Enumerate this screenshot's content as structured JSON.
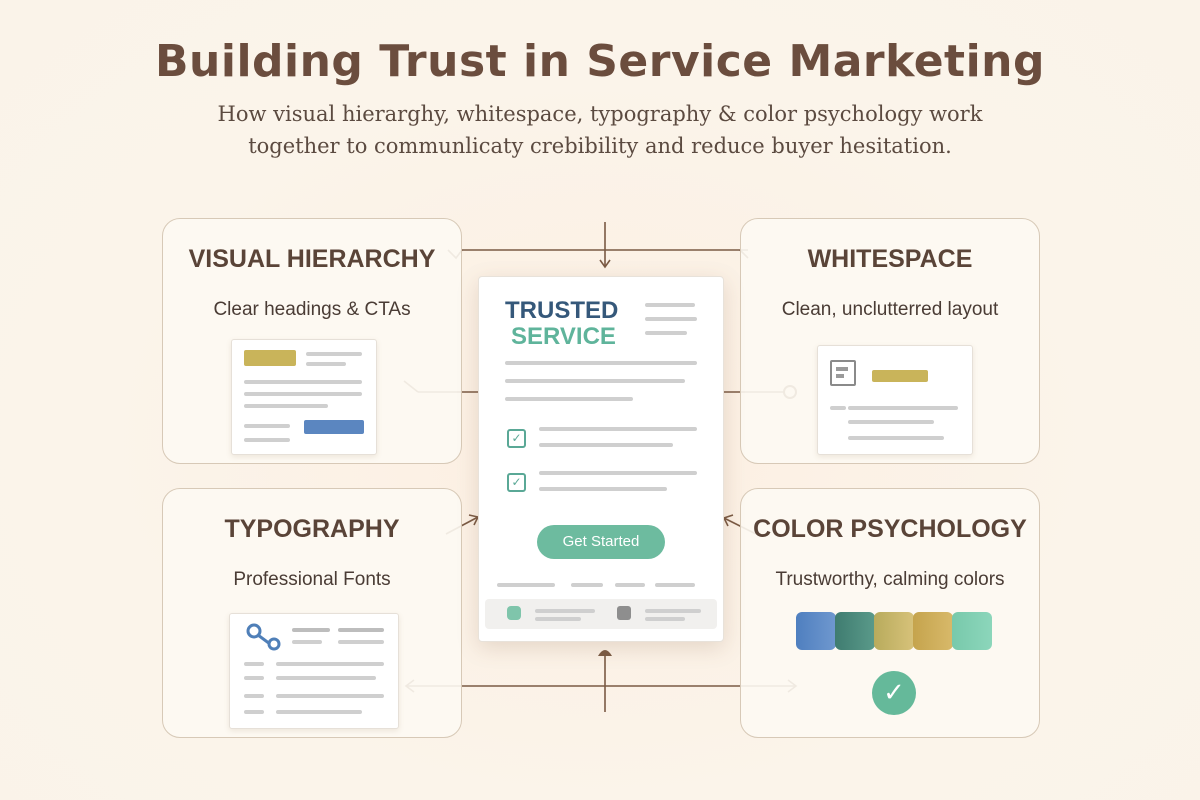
{
  "header": {
    "title": "Building Trust in Service Marketing",
    "subtitle_line1": "How visual hierarghy, whitespace, typography & color psychology work",
    "subtitle_line2": "together to communlicaty crebibility and reduce buyer hesitation."
  },
  "panels": {
    "visual_hierarchy": {
      "title": "VISUAL HIERARCHY",
      "desc": "Clear headings & CTAs"
    },
    "whitespace": {
      "title": "WHITESPACE",
      "desc": "Clean, unclutterred layout"
    },
    "typography": {
      "title": "TYPOGRAPHY",
      "desc": "Professional Fonts"
    },
    "color_psychology": {
      "title": "COLOR PSYCHOLOGY",
      "desc": "Trustworthy, calming colors",
      "swatches": [
        "#5b86c0",
        "#3f7f74",
        "#c9b45a",
        "#c8a550",
        "#7fcfb0"
      ]
    }
  },
  "center_card": {
    "heading_line1": "TRUSTED",
    "heading_line2": "SERVICE",
    "cta_label": "Get Started",
    "check_glyph": "✓"
  },
  "colors": {
    "brand_navy": "#35587a",
    "brand_teal": "#5fb49b",
    "cta_green": "#6dbb9f",
    "gold": "#c9b45a",
    "connector": "#7a5a44"
  },
  "icons": {
    "ok": "✓"
  }
}
